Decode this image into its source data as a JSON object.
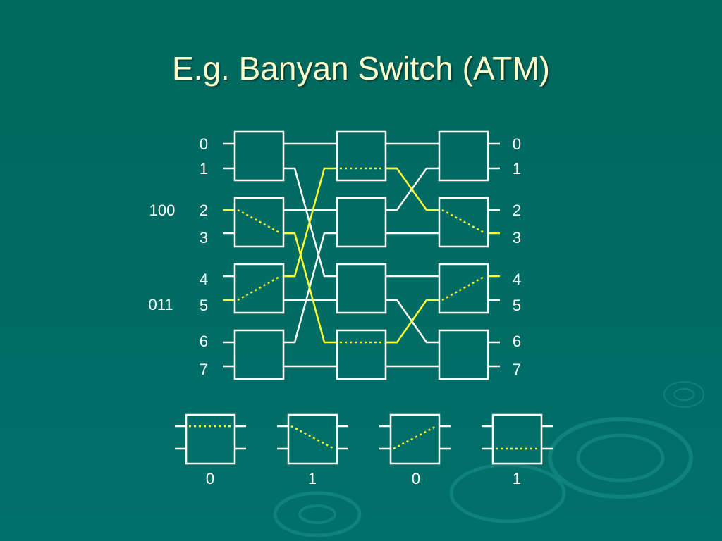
{
  "title": "E.g. Banyan Switch (ATM)",
  "colors": {
    "background": "#006c64",
    "title": "#ffffcc",
    "wire": "#ffffff",
    "path": "#ffff33"
  },
  "inputs": [
    "0",
    "1",
    "2",
    "3",
    "4",
    "5",
    "6",
    "7"
  ],
  "outputs": [
    "0",
    "1",
    "2",
    "3",
    "4",
    "5",
    "6",
    "7"
  ],
  "addresses": {
    "in_2": "100",
    "in_5": "011"
  },
  "switch_settings": [
    "0",
    "1",
    "0",
    "1"
  ]
}
